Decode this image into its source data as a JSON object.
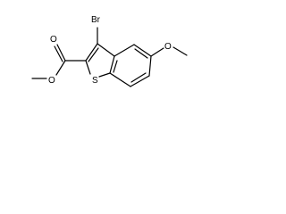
{
  "diagram": {
    "type": "chemical-structure",
    "atom_labels": {
      "bromine": "Br",
      "sulfur": "S",
      "ester_carbonyl_oxygen": "O",
      "ester_ether_oxygen": "O",
      "methoxy_oxygen": "O"
    },
    "colors": {
      "bond": "#000000",
      "label": "#000000",
      "background": "#ffffff"
    }
  }
}
